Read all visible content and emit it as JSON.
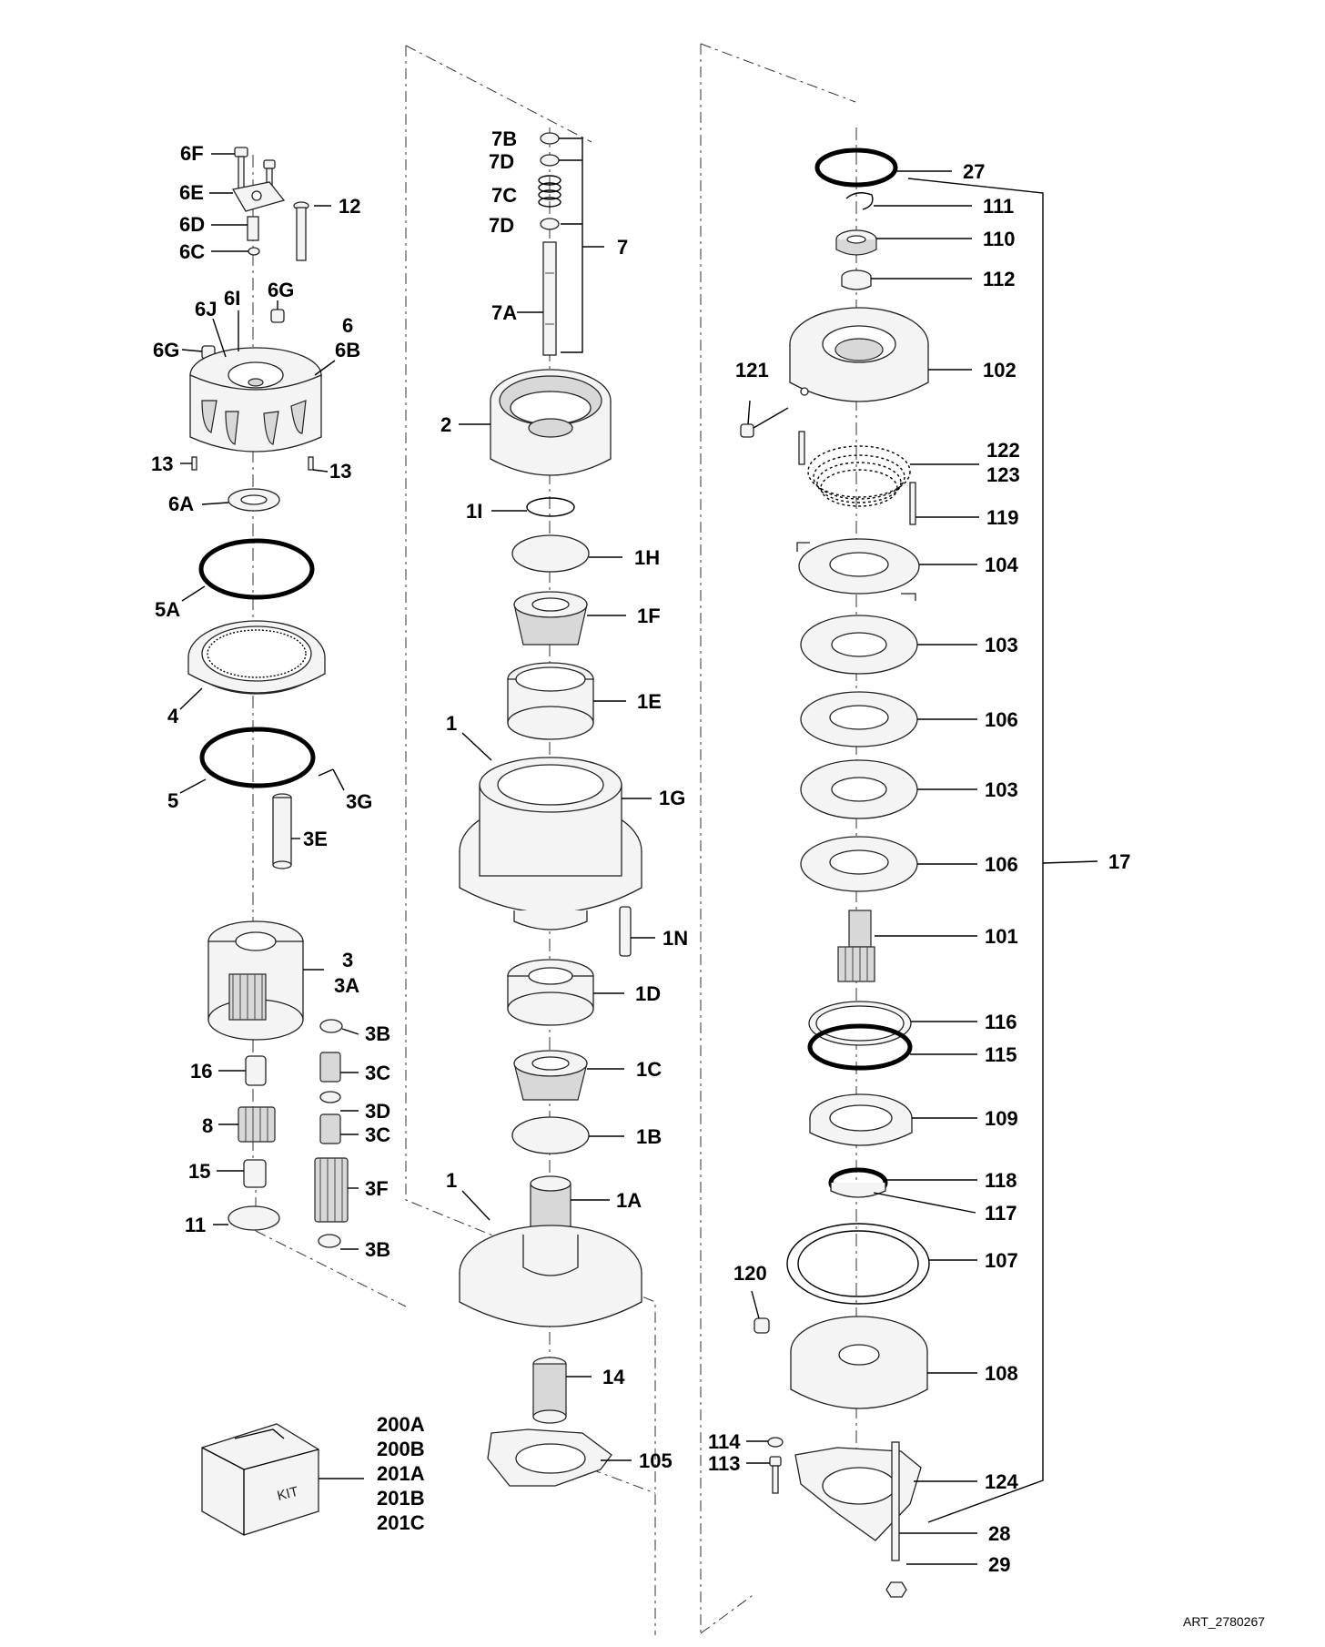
{
  "art_id": "ART_2780267",
  "kit_box_text": "KIT",
  "labels": {
    "6F": "6F",
    "6E": "6E",
    "12": "12",
    "6D": "6D",
    "6C": "6C",
    "6J": "6J",
    "6I": "6I",
    "6G_a": "6G",
    "6": "6",
    "6G_b": "6G",
    "6B": "6B",
    "13_a": "13",
    "13_b": "13",
    "6A": "6A",
    "5A": "5A",
    "4": "4",
    "5": "5",
    "3G": "3G",
    "3E": "3E",
    "3": "3",
    "3A": "3A",
    "3B_a": "3B",
    "16": "16",
    "3C_a": "3C",
    "3D": "3D",
    "8": "8",
    "3C_b": "3C",
    "15": "15",
    "3F": "3F",
    "11": "11",
    "3B_b": "3B",
    "200A": "200A",
    "200B": "200B",
    "201A": "201A",
    "201B": "201B",
    "201C": "201C",
    "7B": "7B",
    "7D_a": "7D",
    "7C": "7C",
    "7D_b": "7D",
    "7": "7",
    "7A": "7A",
    "2": "2",
    "1I": "1I",
    "1H": "1H",
    "1F": "1F",
    "1E": "1E",
    "1_a": "1",
    "1G": "1G",
    "1N": "1N",
    "1D": "1D",
    "1C": "1C",
    "1B": "1B",
    "1_b": "1",
    "1A": "1A",
    "14": "14",
    "105": "105",
    "27": "27",
    "111": "111",
    "110": "110",
    "112": "112",
    "121": "121",
    "102": "102",
    "122": "122",
    "123": "123",
    "119": "119",
    "104": "104",
    "103_a": "103",
    "106_a": "106",
    "103_b": "103",
    "106_b": "106",
    "17": "17",
    "101": "101",
    "116": "116",
    "115": "115",
    "109": "109",
    "118": "118",
    "117": "117",
    "120": "120",
    "107": "107",
    "108": "108",
    "114": "114",
    "113": "113",
    "124": "124",
    "28": "28",
    "29": "29"
  }
}
